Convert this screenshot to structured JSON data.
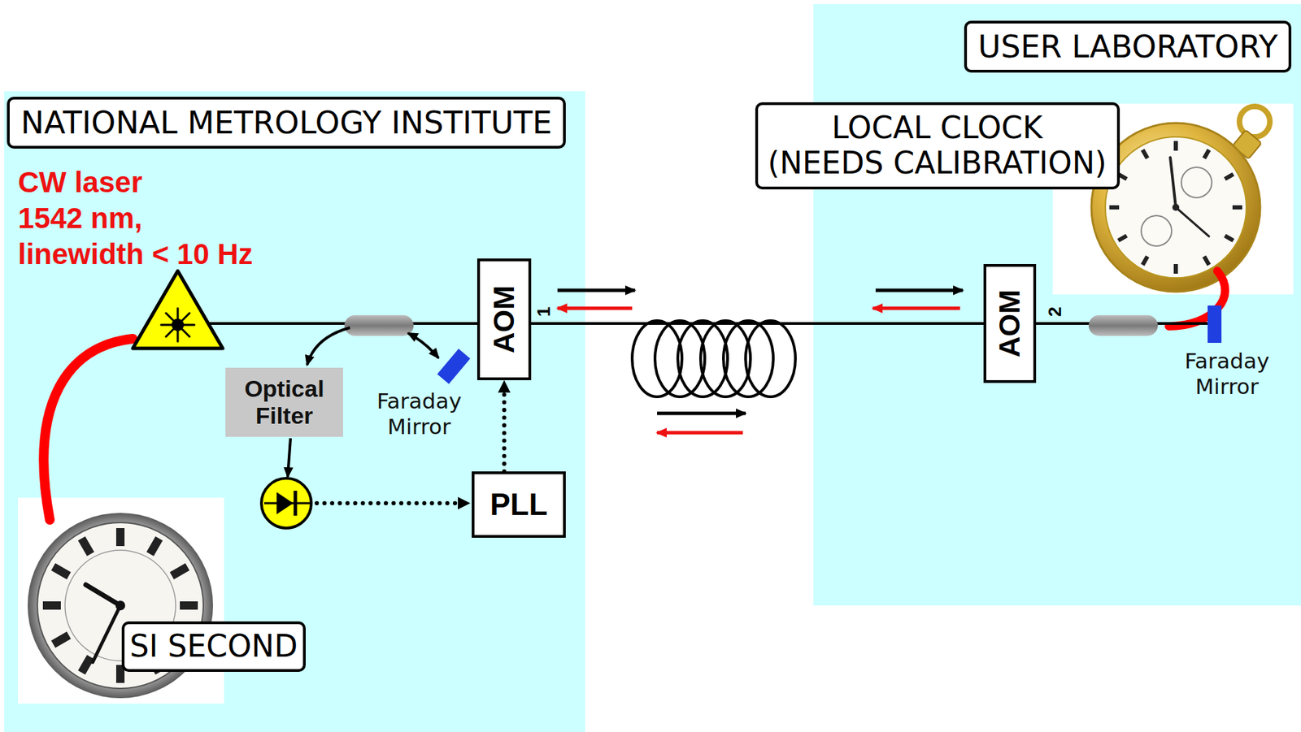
{
  "diagram": {
    "nodes": [
      {
        "text": [
          "NATIONAL METROLOGY INSTITUTE"
        ]
      },
      {
        "text": [
          "AOM"
        ],
        "in": 0
      },
      {
        "text": [
          "Optical Filter"
        ],
        "in": 0
      },
      {
        "text": [
          "PLL"
        ],
        "in": 0
      },
      {
        "text": [
          "SI SECOND"
        ],
        "in": 0
      },
      {
        "text": [
          "USER LABORATORY"
        ]
      },
      {
        "text": [
          "LOCAL CLOCK (NEEDS CALIBRATION)"
        ],
        "in": 5
      },
      {
        "text": [
          "AOM"
        ],
        "in": 5
      }
    ],
    "edges": [
      {
        "from": 3,
        "to": 1,
        "arrow": "to"
      },
      {
        "from": 1,
        "to": 7,
        "arrow": "none"
      }
    ],
    "labels": [
      "CW laser 1542 nm, linewidth < 10 Hz",
      "Faraday Mirror",
      "1",
      "2",
      "Faraday Mirror"
    ]
  }
}
